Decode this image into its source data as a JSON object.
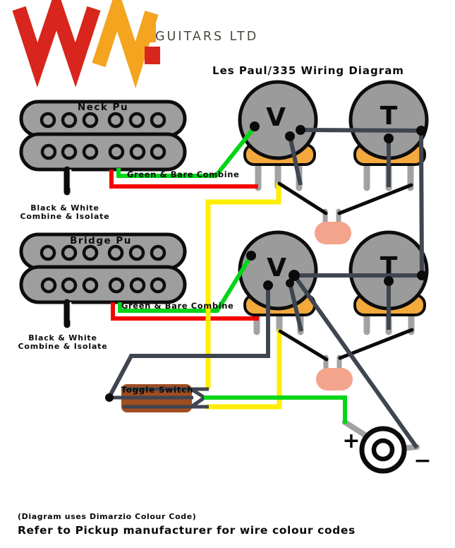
{
  "brand": {
    "logo_letters": "WM",
    "company": "GUITARS LTD"
  },
  "title": "Les Paul/335 Wiring Diagram",
  "pickups": {
    "neck": {
      "label": "Neck Pu",
      "lead_note_line1": "Black & White",
      "lead_note_line2": "Combine & Isolate",
      "wire_note": "Green & Bare Combine"
    },
    "bridge": {
      "label": "Bridge Pu",
      "lead_note_line1": "Black & White",
      "lead_note_line2": "Combine & Isolate",
      "wire_note": "Green & Bare Combine"
    }
  },
  "pots": {
    "volume_label": "V",
    "tone_label": "T"
  },
  "toggle_switch": {
    "label": "Toggle Switch"
  },
  "output_jack": {
    "positive": "+",
    "negative": "−"
  },
  "footer": {
    "code_note": "(Diagram uses Dimarzio Colour Code)",
    "warning": "Refer to Pickup manufacturer for wire colour codes"
  },
  "colors": {
    "green_wire": "#00d517",
    "red_wire": "#f40000",
    "yellow_wire": "#ffee00",
    "slate_wire": "#3f4551",
    "black_wire": "#0b0b0b",
    "pot_body": "#9b9b9b",
    "pickup_body": "#9e9e9e",
    "pot_base_orange": "#f4a93c",
    "capacitor_salmon": "#f4a48c",
    "switch_brown": "#a04d20",
    "hardware_gray": "#a2a2a2",
    "logo_red": "#d8251d",
    "logo_orange": "#f4a41f",
    "company_text": "#4b4740"
  }
}
